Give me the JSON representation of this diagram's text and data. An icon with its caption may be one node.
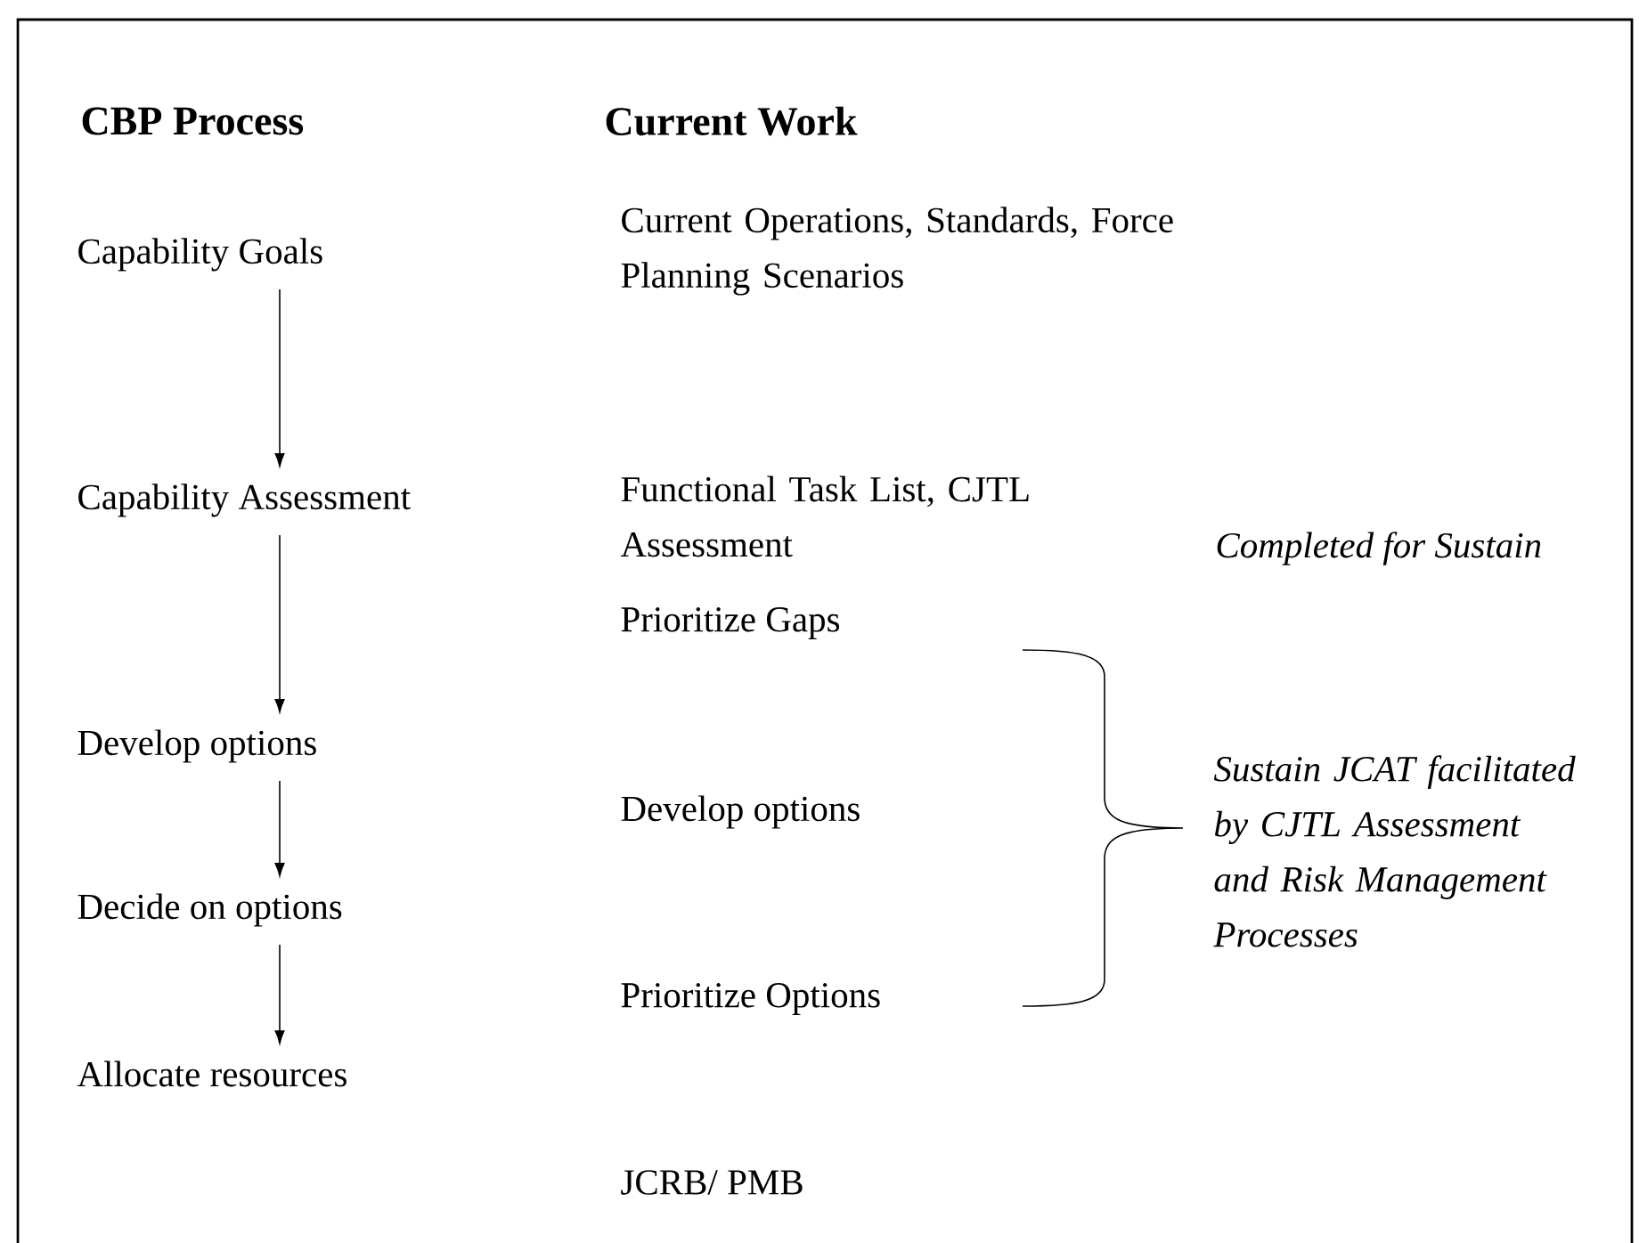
{
  "diagram": {
    "nodes": [
      {
        "text": [
          "Capability Goals"
        ]
      },
      {
        "text": [
          "Capability Assessment"
        ]
      },
      {
        "text": [
          "Develop options"
        ]
      },
      {
        "text": [
          "Decide on options"
        ]
      },
      {
        "text": [
          "Allocate resources"
        ]
      }
    ],
    "edges": [
      {
        "from": 0,
        "to": 1,
        "arrow": "to"
      },
      {
        "from": 1,
        "to": 2,
        "arrow": "to"
      },
      {
        "from": 2,
        "to": 3,
        "arrow": "to"
      },
      {
        "from": 3,
        "to": 4,
        "arrow": "to"
      }
    ],
    "labels": [
      "CBP Process",
      "Current Work",
      "Current Operations, Standards, Force Planning Scenarios",
      "Functional Task List, CJTL Assessment",
      "Completed for Sustain",
      "Prioritize Gaps",
      "Sustain JCAT facilitated by CJTL Assessment and Risk Management Processes",
      "Develop options",
      "Prioritize Options",
      "JCRB/ PMB"
    ]
  }
}
